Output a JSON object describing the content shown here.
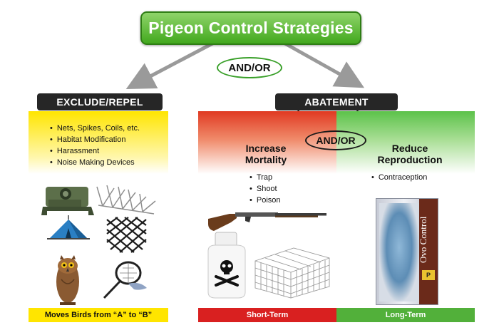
{
  "title": "Pigeon Control Strategies",
  "and_or_top": "AND/OR",
  "and_or_mid": "AND/OR",
  "exclude": {
    "label": "EXCLUDE/REPEL",
    "items": [
      "Nets, Spikes, Coils, etc.",
      "Habitat Modification",
      "Harassment",
      "Noise Making Devices"
    ],
    "footer": "Moves Birds from “A” to “B”"
  },
  "abatement": {
    "label": "ABATEMENT",
    "increase": {
      "heading_line1": "Increase",
      "heading_line2": "Mortality",
      "items": [
        "Trap",
        "Shoot",
        "Poison"
      ],
      "footer": "Short-Term"
    },
    "reduce": {
      "heading_line1": "Reduce",
      "heading_line2": "Reproduction",
      "items": [
        "Contraception"
      ],
      "footer": "Long-Term"
    }
  },
  "product": {
    "brand_line1": "Ovo",
    "brand_line2": "Control",
    "badge": "P"
  },
  "colors": {
    "green": "#42a81e",
    "yellow": "#ffe500",
    "red": "#d92020",
    "dark": "#262626"
  }
}
